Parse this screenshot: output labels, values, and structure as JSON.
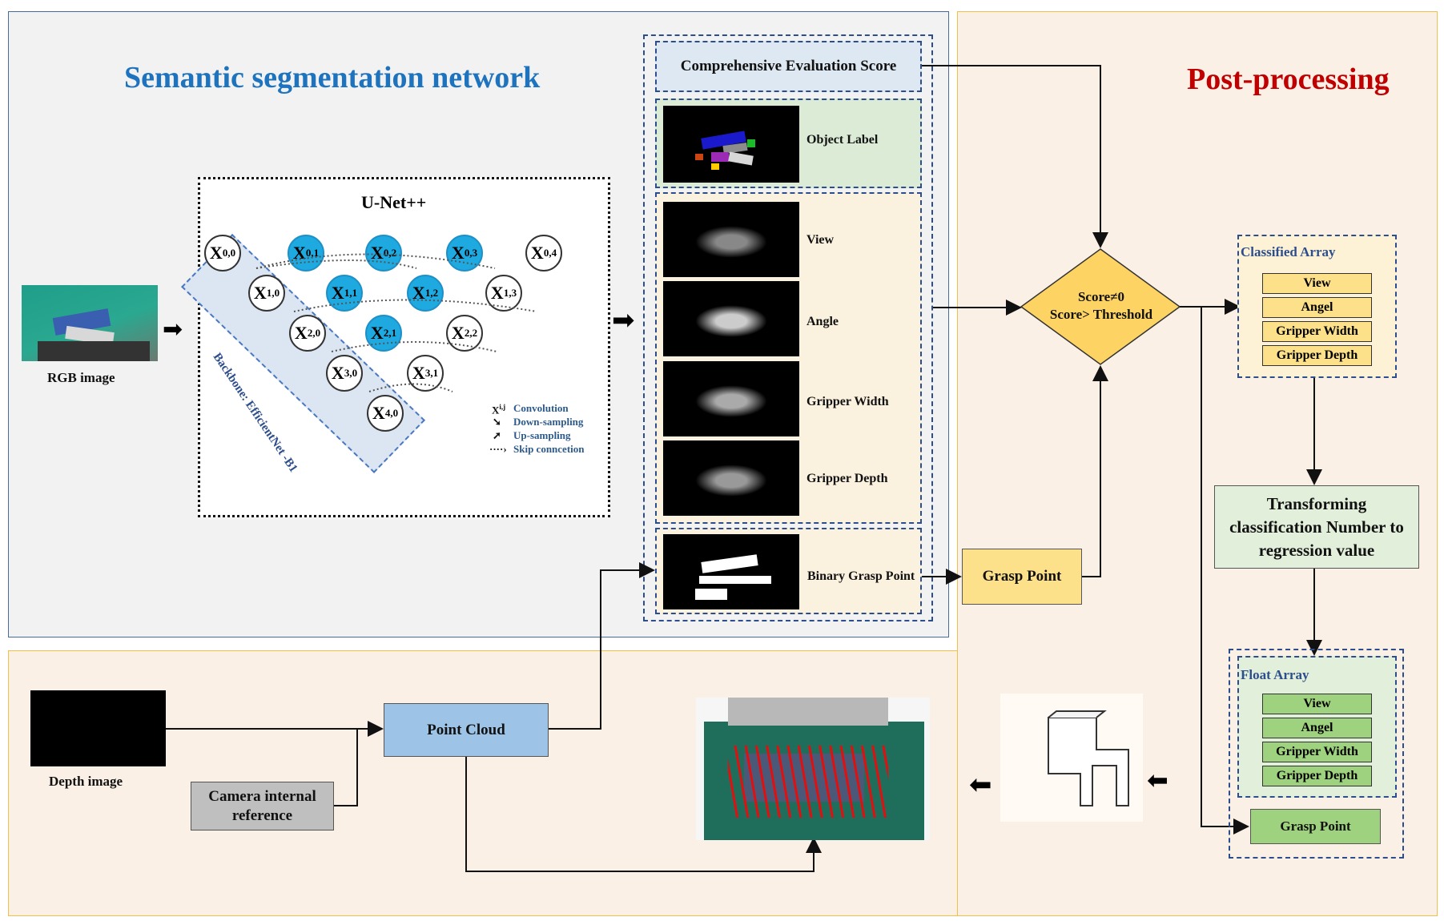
{
  "titles": {
    "segmentation": "Semantic segmentation network",
    "post": "Post-processing"
  },
  "unet": {
    "title": "U-Net++",
    "backbone": "Backbone: EfficientNet -B1"
  },
  "legend": {
    "symbol": "X",
    "symbol_sup": "i,j",
    "convolution": "Convolution",
    "down": "Down-sampling",
    "up": "Up-sampling",
    "skip": "Skip conncetion"
  },
  "nodes": [
    {
      "id": "0,0",
      "blue": false
    },
    {
      "id": "0,1",
      "blue": true
    },
    {
      "id": "0,2",
      "blue": true
    },
    {
      "id": "0,3",
      "blue": true
    },
    {
      "id": "0,4",
      "blue": false
    },
    {
      "id": "1,0",
      "blue": false
    },
    {
      "id": "1,1",
      "blue": true
    },
    {
      "id": "1,2",
      "blue": true
    },
    {
      "id": "1,3",
      "blue": false
    },
    {
      "id": "2,0",
      "blue": false
    },
    {
      "id": "2,1",
      "blue": true
    },
    {
      "id": "2,2",
      "blue": false
    },
    {
      "id": "3,0",
      "blue": false
    },
    {
      "id": "3,1",
      "blue": false
    },
    {
      "id": "4,0",
      "blue": false
    }
  ],
  "inputs": {
    "rgb": "RGB image",
    "depth": "Depth image",
    "camera": "Camera internal reference",
    "pointcloud": "Point Cloud"
  },
  "outputs": {
    "score": "Comprehensive Evaluation Score",
    "label": "Object Label",
    "view": "View",
    "angle": "Angle",
    "width": "Gripper Width",
    "depth": "Gripper Depth",
    "binary": "Binary Grasp Point"
  },
  "decision": {
    "line1": "Score≠0",
    "line2": "Score> Threshold"
  },
  "grasp_point": "Grasp Point",
  "classified": {
    "title": "Classified  Array",
    "items": [
      "View",
      "Angel",
      "Gripper Width",
      "Gripper Depth"
    ]
  },
  "transform": "Transforming classification Number to regression value",
  "float": {
    "title": "Float  Array",
    "items": [
      "View",
      "Angel",
      "Gripper Width",
      "Gripper Depth"
    ],
    "grasp": "Grasp Point"
  },
  "colors": {
    "blue_title": "#1e73be",
    "red_title": "#c00000",
    "yellow": "#fde08a",
    "green": "#9fd27f",
    "pointcloud": "#9dc3e6"
  }
}
